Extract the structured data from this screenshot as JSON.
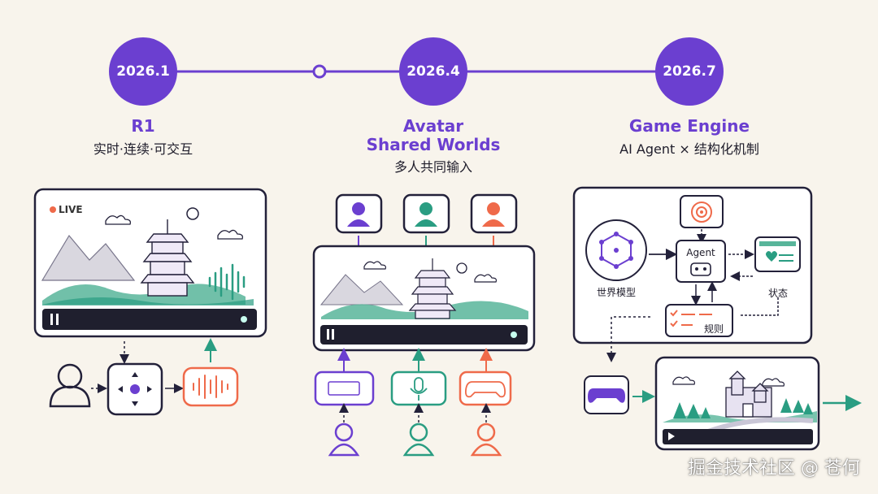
{
  "timeline": {
    "milestones": [
      {
        "date": "2026.1",
        "title": "R1",
        "subtitle": "实时·连续·可交互"
      },
      {
        "date": "2026.4",
        "title_lines": [
          "Avatar",
          "Shared Worlds"
        ],
        "subtitle": "多人共同输入"
      },
      {
        "date": "2026.7",
        "title": "Game Engine",
        "subtitle": "AI Agent × 结构化机制"
      }
    ]
  },
  "panel1": {
    "live_badge": "LIVE"
  },
  "panel3": {
    "world_model_label": "世界模型",
    "agent_label": "Agent",
    "state_label": "状态",
    "rules_label": "规则"
  },
  "watermark": "掘金技术社区 @ 苍何",
  "colors": {
    "purple": "#6b3fd0",
    "teal": "#2a9d82",
    "orange": "#ef6a4a",
    "ink": "#23213a",
    "background": "#f8f4ec"
  }
}
